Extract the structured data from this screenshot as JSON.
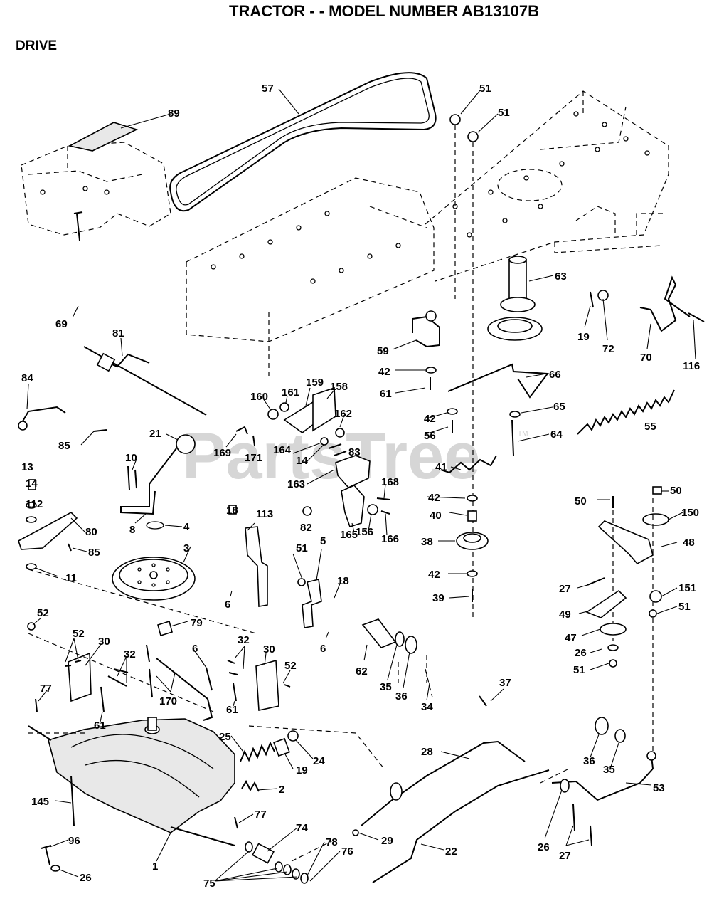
{
  "header": {
    "title": "TRACTOR - - MODEL NUMBER AB13107B",
    "section": "DRIVE"
  },
  "watermark": {
    "text": "PartsTree",
    "trademark": "TM"
  },
  "callouts": {
    "c57": "57",
    "c89": "89",
    "c51a": "51",
    "c51b": "51",
    "c63": "63",
    "c69": "69",
    "c81": "81",
    "c19a": "19",
    "c72": "72",
    "c70": "70",
    "c116": "116",
    "c59": "59",
    "c42a": "42",
    "c61a": "61",
    "c66": "66",
    "c84": "84",
    "c160": "160",
    "c161": "161",
    "c159": "159",
    "c158": "158",
    "c162": "162",
    "c42b": "42",
    "c65": "65",
    "c56": "56",
    "c64": "64",
    "c55": "55",
    "c85a": "85",
    "c21": "21",
    "c169": "169",
    "c171": "171",
    "c164": "164",
    "c14a": "14",
    "c83": "83",
    "c10": "10",
    "c163": "163",
    "c41": "41",
    "c13": "13",
    "c168": "168",
    "c14b": "14",
    "c112": "112",
    "c42c": "42",
    "c50a": "50",
    "c50b": "50",
    "c150": "150",
    "c8": "8",
    "c18a": "18",
    "c113": "113",
    "c82": "82",
    "c80": "80",
    "c165": "165",
    "c156": "156",
    "c166": "166",
    "c40": "40",
    "c4": "4",
    "c85b": "85",
    "c3": "3",
    "c51c": "51",
    "c38": "38",
    "c48": "48",
    "c5": "5",
    "c11": "11",
    "c18b": "18",
    "c42d": "42",
    "c27a": "27",
    "c151": "151",
    "c6a": "6",
    "c39": "39",
    "c51d": "51",
    "c52a": "52",
    "c79": "79",
    "c49": "49",
    "c47": "47",
    "c52b": "52",
    "c30a": "30",
    "c6b": "6",
    "c32a": "32",
    "c26a": "26",
    "c30b": "30",
    "c6c": "6",
    "c62": "62",
    "c51e": "51",
    "c32b": "32",
    "c52c": "52",
    "c35a": "35",
    "c36a": "36",
    "c77a": "77",
    "c170": "170",
    "c61b": "61",
    "c37": "37",
    "c34": "34",
    "c61c": "61",
    "c25": "25",
    "c24": "24",
    "c28": "28",
    "c36b": "36",
    "c35b": "35",
    "c19b": "19",
    "c53": "53",
    "c145": "145",
    "c2": "2",
    "c77b": "77",
    "c29": "29",
    "c74": "74",
    "c96": "96",
    "c78": "78",
    "c76": "76",
    "c22": "22",
    "c26b": "26",
    "c27b": "27",
    "c1": "1",
    "c26c": "26",
    "c75": "75"
  }
}
